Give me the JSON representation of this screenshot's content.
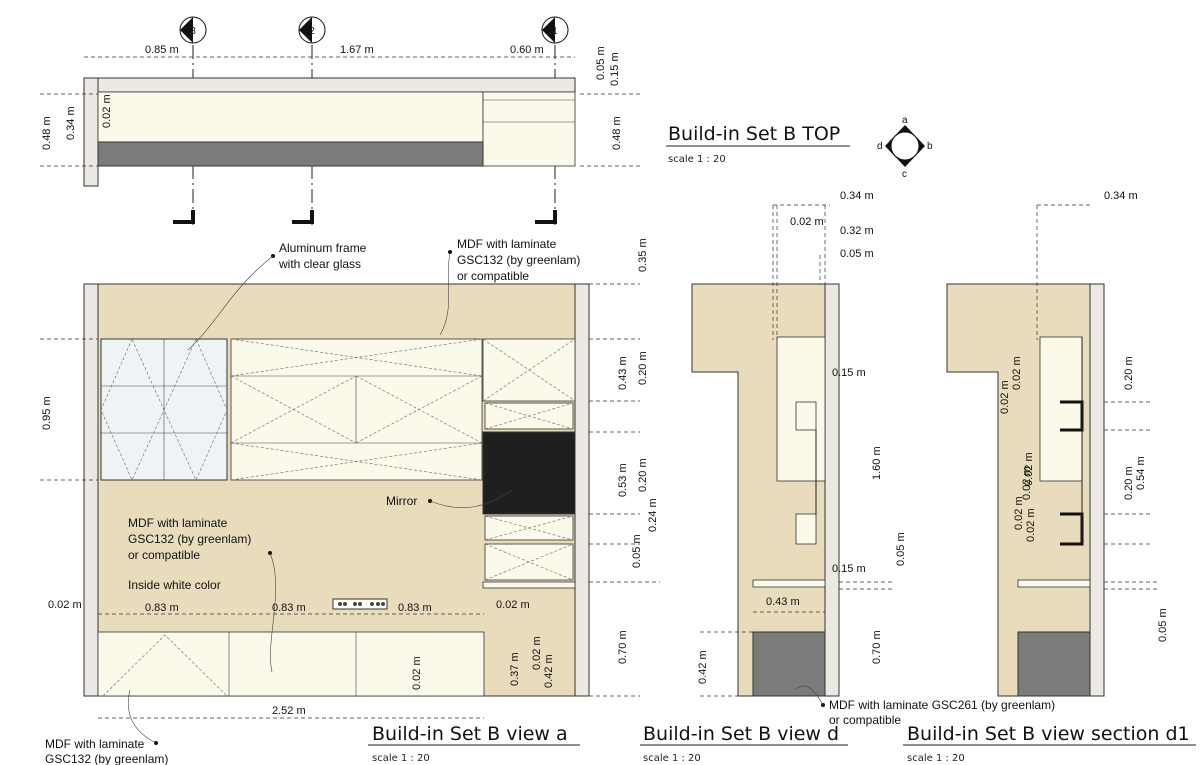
{
  "colors": {
    "wall": "#ece8e3",
    "beige_panel": "#e8dcbc",
    "cream_cabinet": "#fbf9ea",
    "countertop_gray": "#7b7b7b",
    "mirror": "#1f1f1f",
    "glass": "#eef4f6"
  },
  "top_view": {
    "title": "Build-in Set B TOP",
    "scale": "scale 1 : 20",
    "markers": [
      "3",
      "2",
      "1"
    ],
    "dims": {
      "w1": "0.85 m",
      "w2": "1.67 m",
      "w3": "0.60 m",
      "d005": "0.05 m",
      "d015": "0.15 m",
      "h048_left": "0.48 m",
      "h034": "0.34 m",
      "h002": "0.02 m",
      "h048_right": "0.48 m"
    },
    "compass": {
      "a": "a",
      "b": "b",
      "c": "c",
      "d": "d"
    }
  },
  "view_a": {
    "title": "Build-in Set B view a",
    "scale": "scale 1 : 20",
    "notes": {
      "aluminum_1": "Aluminum frame",
      "aluminum_2": "with clear glass",
      "mdf_top_1": "MDF with laminate",
      "mdf_top_2": "GSC132 (by greenlam)",
      "mdf_top_3": "or compatible",
      "mirror": "Mirror",
      "mdf_mid_1": "MDF with laminate",
      "mdf_mid_2": "GSC132 (by greenlam)",
      "mdf_mid_3": "or compatible",
      "inside": "Inside white color",
      "mdf_bot_1": "MDF with laminate",
      "mdf_bot_2": "GSC132 (by greenlam)"
    },
    "dims": {
      "v035": "0.35 m",
      "v095": "0.95 m",
      "v043": "0.43 m",
      "v020a": "0.20 m",
      "v053": "0.53 m",
      "v020b": "0.20 m",
      "v024": "0.24 m",
      "v005": "0.05 m",
      "l002": "0.02 m",
      "w083a": "0.83 m",
      "w083b": "0.83 m",
      "w083c": "0.83 m",
      "r002": "0.02 m",
      "v070": "0.70 m",
      "v037": "0.37 m",
      "v002": "0.02 m",
      "v042": "0.42 m",
      "c002": "0.02 m",
      "w252": "2.52 m"
    }
  },
  "view_d": {
    "title": "Build-in Set B view d",
    "scale": "scale 1 : 20",
    "dims": {
      "d034": "0.34 m",
      "d002": "0.02 m",
      "d032": "0.32 m",
      "d005": "0.05 m",
      "d015a": "0.15 m",
      "d160": "1.60 m",
      "d015b": "0.15 m",
      "d005b": "0.05 m",
      "d043": "0.43 m",
      "d070": "0.70 m",
      "d042": "0.42 m"
    },
    "notes": {
      "mdf_1": "MDF with laminate GSC261 (by greenlam)",
      "mdf_2": "or compatible"
    }
  },
  "view_section": {
    "title": "Build-in Set B view section d1",
    "scale": "scale 1 : 20",
    "dims": {
      "s034": "0.34 m",
      "s002a": "0.02 m",
      "s002b": "0.02 m",
      "s020a": "0.20 m",
      "s002c": "0.02 m",
      "s002d": "0.02 m",
      "s020b": "0.20 m",
      "s054": "0.54 m",
      "s002e": "0.02 m",
      "s002f": "0.02 m",
      "s005": "0.05 m"
    }
  }
}
